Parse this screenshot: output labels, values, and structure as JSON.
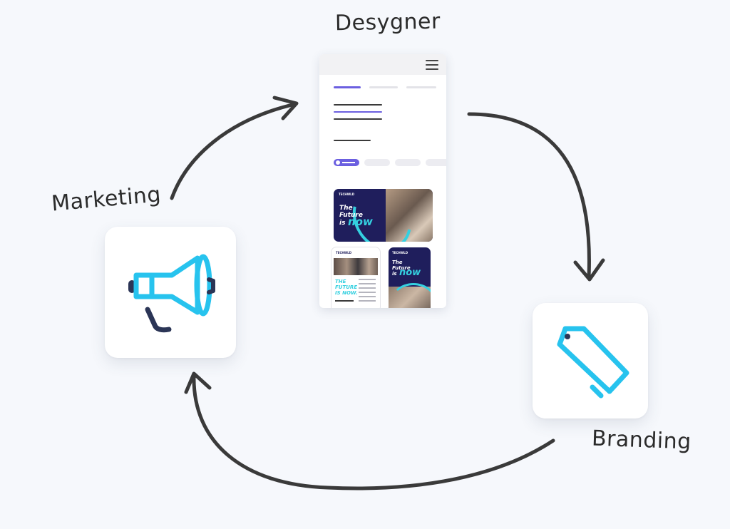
{
  "labels": {
    "desygner": "Desygner",
    "marketing": "Marketing",
    "branding": "Branding"
  },
  "icons": {
    "marketing": "megaphone-icon",
    "branding": "tag-icon",
    "phone_menu": "hamburger-menu-icon"
  },
  "colors": {
    "background": "#f6f8fc",
    "arrow": "#3a3a3a",
    "icon_primary": "#27c3ee",
    "icon_secondary": "#2b3556",
    "accent_purple": "#6b5fe0",
    "navy": "#1f1e5c",
    "cyan": "#34d0e0"
  },
  "phone": {
    "banner": {
      "logo": "TECHWLD",
      "line1": "The",
      "line2": "Future",
      "line3": "is",
      "emphasis": "now"
    },
    "poster_left": {
      "logo": "TECHWLD",
      "line1": "THE",
      "line2": "FUTURE",
      "line3": "IS NOW."
    },
    "poster_right": {
      "logo": "TECHWLD",
      "line1": "The",
      "line2": "Future",
      "line3": "is",
      "emphasis": "now"
    }
  }
}
